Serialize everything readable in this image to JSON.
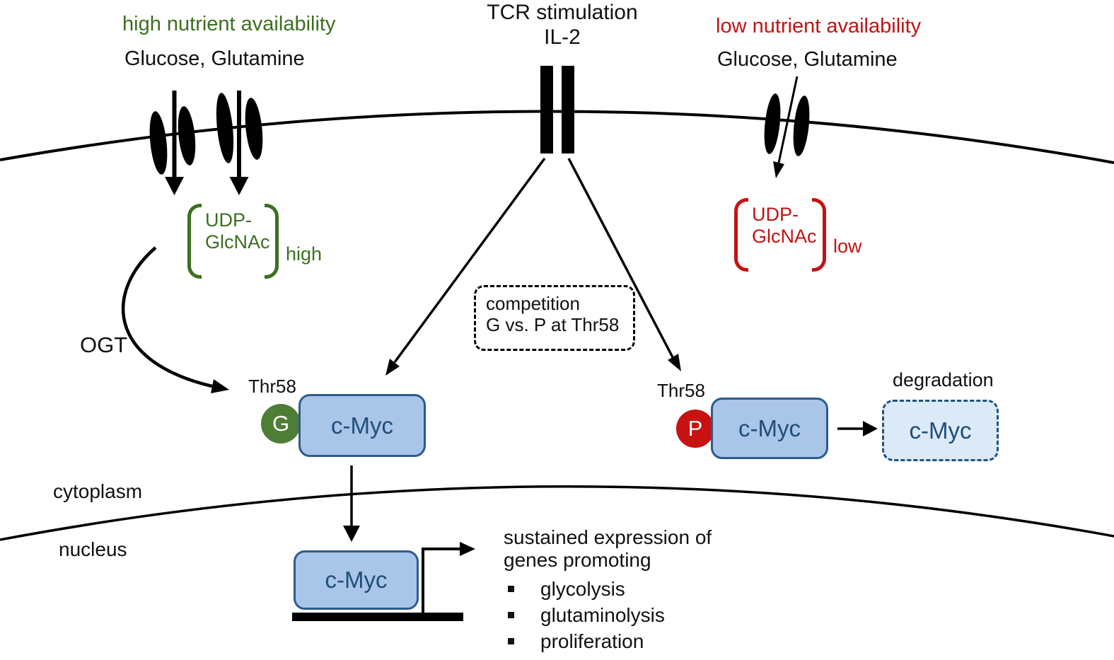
{
  "palette": {
    "ink": "#000000",
    "green-text": "#3c7020",
    "red-text": "#c41212",
    "green-circle": "#4e7e35",
    "red-circle": "#c81111",
    "myc-fill": "#a9c5e8",
    "myc-border": "#2e5b8c",
    "myc-text": "#1f4e79",
    "ghost-fill": "#dce9f7",
    "ghost-border": "#1f5380"
  },
  "top": {
    "left": {
      "availability": "high nutrient availability",
      "nutrients": "Glucose, Glutamine"
    },
    "center": {
      "line1": "TCR stimulation",
      "line2": "IL-2"
    },
    "right": {
      "availability": "low nutrient availability",
      "nutrients": "Glucose, Glutamine"
    }
  },
  "udp_left": {
    "line1": "UDP-",
    "line2": "GlcNAc",
    "level": "high"
  },
  "udp_right": {
    "line1": "UDP-",
    "line2": "GlcNAc",
    "level": "low"
  },
  "enzyme": "OGT",
  "competition": {
    "line1": "competition",
    "line2": "G vs. P at Thr58"
  },
  "left_myc": {
    "residue": "Thr58",
    "mod": "G",
    "protein": "c-Myc"
  },
  "right_myc": {
    "residue": "Thr58",
    "mod": "P",
    "protein": "c-Myc",
    "fate": "degradation",
    "degraded_protein": "c-Myc"
  },
  "compartments": {
    "cytoplasm": "cytoplasm",
    "nucleus": "nucleus"
  },
  "nucleus_myc": {
    "protein": "c-Myc"
  },
  "outcome": {
    "line1": "sustained expression of",
    "line2": "genes promoting",
    "bullets": [
      "glycolysis",
      "glutaminolysis",
      "proliferation"
    ]
  }
}
